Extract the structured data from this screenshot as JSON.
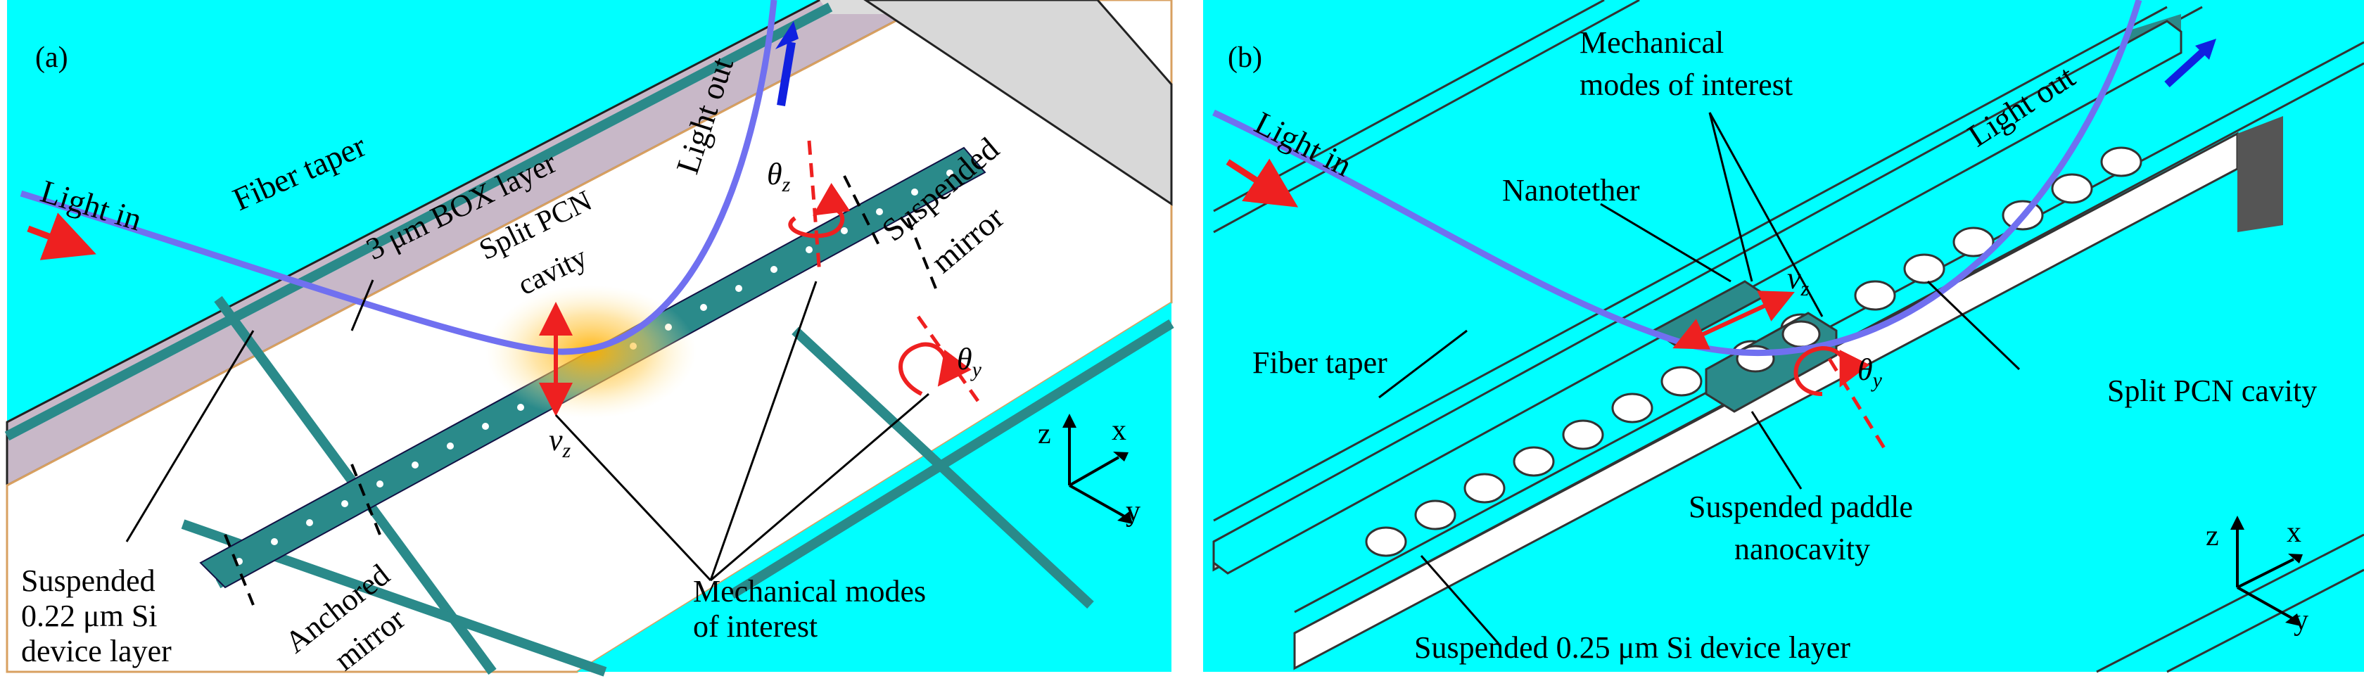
{
  "panel_a": {
    "tag": "(a)",
    "light_in": "Light in",
    "light_out": "Light out",
    "fiber_taper": "Fiber taper",
    "box_layer": "3 μm BOX layer",
    "split_pcn_line1": "Split PCN",
    "split_pcn_line2": "cavity",
    "suspended_mirror_line1": "Suspended",
    "suspended_mirror_line2": "mirror",
    "theta_z": "θ",
    "theta_z_sub": "z",
    "theta_y": "θ",
    "theta_y_sub": "y",
    "v_z": "v",
    "v_z_sub": "z",
    "device_line1": "Suspended",
    "device_line2": "0.22 μm Si",
    "device_line3": "device layer",
    "anchored_line1": "Anchored",
    "anchored_line2": "mirror",
    "modes_line1": "Mechanical modes",
    "modes_line2": "of interest",
    "axis_z": "z",
    "axis_x": "x",
    "axis_y": "y"
  },
  "panel_b": {
    "tag": "(b)",
    "light_in": "Light in",
    "light_out": "Light out",
    "modes_line1": "Mechanical",
    "modes_line2": "modes of interest",
    "nanotether": "Nanotether",
    "fiber_taper": "Fiber taper",
    "v_z": "v",
    "v_z_sub": "z",
    "theta_y": "θ",
    "theta_y_sub": "y",
    "split_pcn": "Split PCN cavity",
    "paddle_line1": "Suspended paddle",
    "paddle_line2": "nanocavity",
    "device_layer": "Suspended 0.25 μm Si device layer",
    "axis_z": "z",
    "axis_x": "x",
    "axis_y": "y"
  },
  "colors": {
    "background": "#00ffff",
    "teal": "#2a8a8a",
    "fiber": "#7070f0",
    "arrow_red": "#ee2020",
    "arrow_blue": "#1020e0",
    "box_layer": "#c8b8c8",
    "glow": "#ffc000"
  }
}
